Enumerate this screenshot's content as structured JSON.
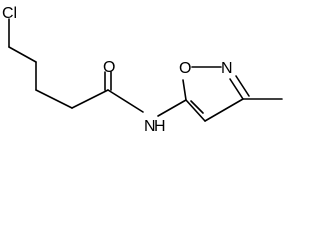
{
  "molecule": {
    "atoms": {
      "chlorine": "Cl",
      "carbonyl_oxygen": "O",
      "amide_nitrogen": "N",
      "amide_hydrogen": "H",
      "ring_oxygen": "O",
      "ring_nitrogen": "N"
    }
  }
}
